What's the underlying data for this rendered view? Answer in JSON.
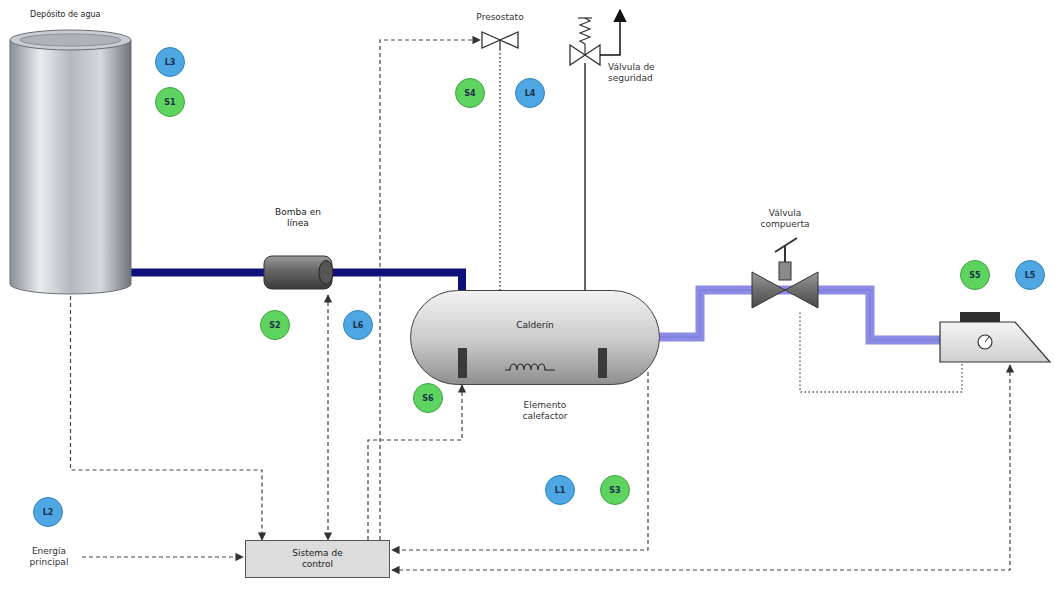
{
  "diagram": {
    "nodes": [
      {
        "text": [
          "Depósito de agua"
        ]
      },
      {
        "text": [
          "L3"
        ]
      },
      {
        "text": [
          "S1"
        ]
      },
      {
        "text": [
          "Bomba en línea"
        ]
      },
      {
        "text": [
          "S2"
        ]
      },
      {
        "text": [
          "L6"
        ]
      },
      {
        "text": [
          "S4"
        ]
      },
      {
        "text": [
          "L4"
        ]
      },
      {
        "text": [
          "Calderín"
        ]
      },
      {
        "text": [
          "S6"
        ]
      },
      {
        "text": [
          "L1"
        ]
      },
      {
        "text": [
          "S3"
        ]
      },
      {
        "text": [
          "S5"
        ]
      },
      {
        "text": [
          "L5"
        ]
      },
      {
        "text": [
          "L2"
        ]
      },
      {
        "text": [
          "Sistema de control"
        ]
      }
    ],
    "edges": [
      {
        "from": 0,
        "to": 15,
        "arrow": "to"
      },
      {
        "from": 0,
        "to": 3,
        "arrow": "none"
      },
      {
        "from": 3,
        "to": 8,
        "arrow": "none"
      },
      {
        "from": 3,
        "to": 15,
        "arrow": "both"
      },
      {
        "from": 15,
        "to": 8,
        "arrow": "to"
      }
    ],
    "labels": [
      "Presostato",
      "Válvula de seguridad",
      "Válvula compuerta",
      "Elemento calefactor",
      "Energía principal"
    ]
  }
}
